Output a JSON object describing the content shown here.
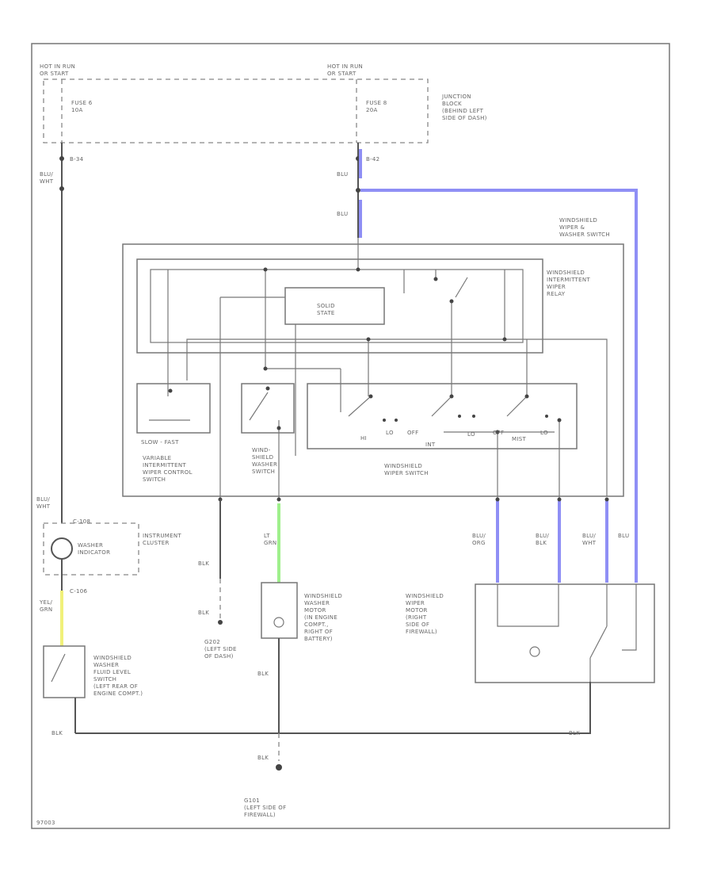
{
  "colors": {
    "blue_wire": "#8f8ff5",
    "green_wire": "#9ff08c",
    "yellow_wire": "#f0f07a",
    "wire": "#555555"
  },
  "labels": {
    "hot_run_left": "HOT IN RUN\nOR START",
    "hot_run_right": "HOT IN RUN\nOR START",
    "fuse_left": "FUSE 6\n10A",
    "fuse_right": "FUSE 8\n20A",
    "junction_block": "JUNCTION\nBLOCK\n(BEHIND LEFT\nSIDE OF DASH)",
    "conn_left": "B-34",
    "conn_right": "B-42",
    "blu_wht_1": "BLU/\nWHT",
    "blu_1": "BLU",
    "blu_2": "BLU",
    "switch_assy": "WINDSHIELD\nWIPER &\nWASHER SWITCH",
    "int_relay": "WINDSHIELD\nINTERMITTENT\nWIPER\nRELAY",
    "solid_state": "SOLID\nSTATE",
    "int_ctrl_switch": "VARIABLE\nINTERMITTENT\nWIPER CONTROL\nSWITCH",
    "slow_fast": "SLOW - FAST",
    "washer_switch": "WIND-\nSHIELD\nWASHER\nSWITCH",
    "wiper_switch": "WINDSHIELD\nWIPER SWITCH",
    "hi": "HI",
    "lo": "LO",
    "off": "OFF",
    "int": "INT",
    "lo2": "LO",
    "off2": "OFF",
    "mist": "MIST",
    "lo3": "LO",
    "blu_wht_2": "BLU/\nWHT",
    "c108": "C-108",
    "washer_indicator": "WASHER\nINDICATOR",
    "instrument_cluster": "INSTRUMENT\nCLUSTER",
    "c106": "C-106",
    "yel_grn": "YEL/\nGRN",
    "fluid_switch": "WINDSHIELD\nWASHER\nFLUID LEVEL\nSWITCH\n(LEFT REAR OF\nENGINE COMPT.)",
    "blk_1": "BLK",
    "blk_2": "BLK",
    "blk_3": "BLK",
    "g202": "G202\n(LEFT SIDE\nOF DASH)",
    "lt_grn": "LT\nGRN",
    "washer_motor": "WINDSHIELD\nWASHER\nMOTOR\n(IN ENGINE\nCOMPT.,\nRIGHT OF\nBATTERY)",
    "blk_4": "BLK",
    "blu_org": "BLU/\nORG",
    "blu_blk": "BLU/\nBLK",
    "blu_wht_3": "BLU/\nWHT",
    "blu_3": "BLU",
    "wiper_motor": "WINDSHIELD\nWIPER\nMOTOR\n(RIGHT\nSIDE OF\nFIREWALL)",
    "blk_5": "BLK",
    "blk_6": "BLK",
    "g101": "G101\n(LEFT SIDE OF\nFIREWALL)",
    "fig_id": "97003"
  }
}
